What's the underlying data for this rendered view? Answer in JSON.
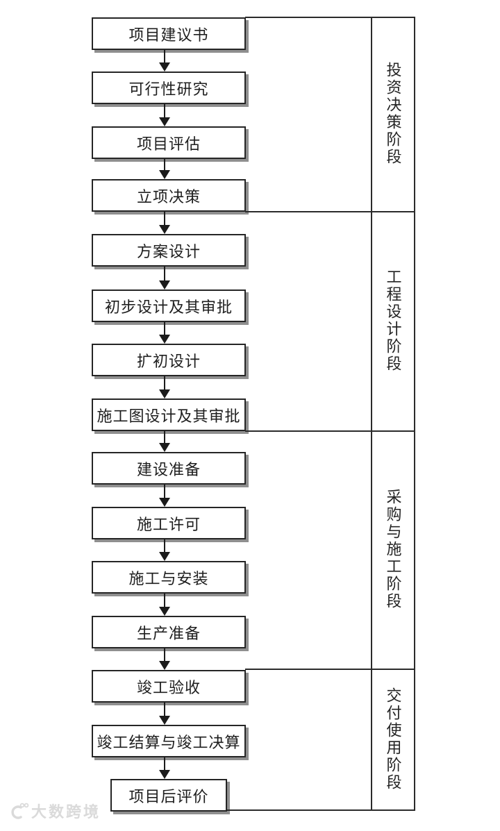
{
  "diagram": {
    "type": "flowchart",
    "flow_direction": "top-to-bottom",
    "steps": [
      {
        "label": "项目建议书"
      },
      {
        "label": "可行性研究"
      },
      {
        "label": "项目评估"
      },
      {
        "label": "立项决策"
      },
      {
        "label": "方案设计"
      },
      {
        "label": "初步设计及其审批"
      },
      {
        "label": "扩初设计"
      },
      {
        "label": "施工图设计及其审批"
      },
      {
        "label": "建设准备"
      },
      {
        "label": "施工许可"
      },
      {
        "label": "施工与安装"
      },
      {
        "label": "生产准备"
      },
      {
        "label": "竣工验收"
      },
      {
        "label": "竣工结算与竣工决算"
      },
      {
        "label": "项目后评价"
      }
    ],
    "phases": [
      {
        "label": "投资决策阶段",
        "covers_steps": "1-4"
      },
      {
        "label": "工程设计阶段",
        "covers_steps": "5-8"
      },
      {
        "label": "采购与施工阶段",
        "covers_steps": "9-12"
      },
      {
        "label": "交付使用阶段",
        "covers_steps": "13-15"
      }
    ],
    "watermark": {
      "text": "大数跨境",
      "icon": "watermark-logo-icon"
    },
    "colors": {
      "background": "#ffffff",
      "box_fill": "#ffffff",
      "box_border": "#252525",
      "box_shadow": "#8f8f8f",
      "line": "#2a2a2a",
      "text": "#1e1e1e",
      "watermark": "#dadada"
    }
  }
}
